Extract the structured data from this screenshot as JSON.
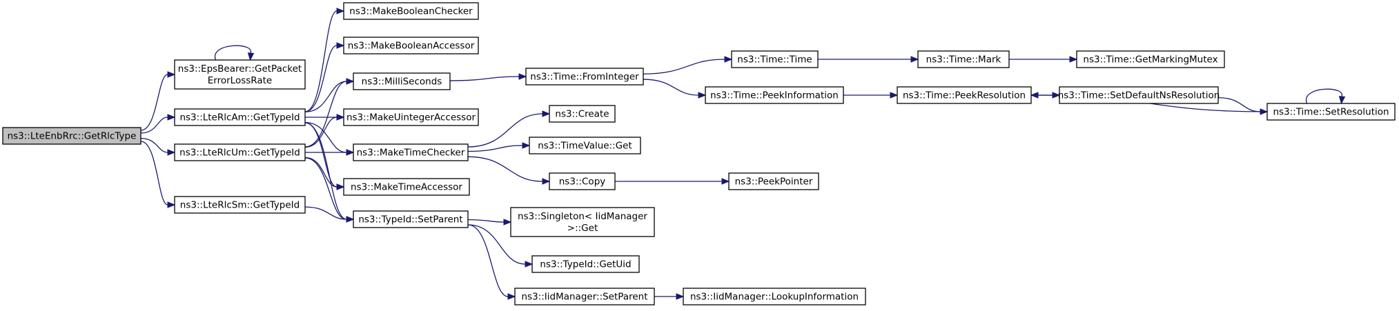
{
  "nodes": [
    {
      "id": "getrlctype",
      "lines": [
        "ns3::LteEnbRrc::GetRlcType"
      ],
      "root": true
    },
    {
      "id": "epsbearer",
      "lines": [
        "ns3::EpsBearer::GetPacket",
        "ErrorLossRate"
      ]
    },
    {
      "id": "lterlcam",
      "lines": [
        "ns3::LteRlcAm::GetTypeId"
      ]
    },
    {
      "id": "lterlcum",
      "lines": [
        "ns3::LteRlcUm::GetTypeId"
      ]
    },
    {
      "id": "lterlcsm",
      "lines": [
        "ns3::LteRlcSm::GetTypeId"
      ]
    },
    {
      "id": "makeboolchecker",
      "lines": [
        "ns3::MakeBooleanChecker"
      ]
    },
    {
      "id": "makeboolaccessor",
      "lines": [
        "ns3::MakeBooleanAccessor"
      ]
    },
    {
      "id": "milliseconds",
      "lines": [
        "ns3::MilliSeconds"
      ]
    },
    {
      "id": "makeuintaccessor",
      "lines": [
        "ns3::MakeUintegerAccessor"
      ]
    },
    {
      "id": "maketimechecker",
      "lines": [
        "ns3::MakeTimeChecker"
      ]
    },
    {
      "id": "maketimeaccessor",
      "lines": [
        "ns3::MakeTimeAccessor"
      ]
    },
    {
      "id": "setparent",
      "lines": [
        "ns3::TypeId::SetParent"
      ]
    },
    {
      "id": "fromint",
      "lines": [
        "ns3::Time::FromInteger"
      ]
    },
    {
      "id": "create",
      "lines": [
        "ns3::Create"
      ]
    },
    {
      "id": "timevalueget",
      "lines": [
        "ns3::TimeValue::Get"
      ]
    },
    {
      "id": "copy",
      "lines": [
        "ns3::Copy"
      ]
    },
    {
      "id": "singleton",
      "lines": [
        "ns3::Singleton< IidManager",
        " >::Get"
      ]
    },
    {
      "id": "getuid",
      "lines": [
        "ns3::TypeId::GetUid"
      ]
    },
    {
      "id": "iidsetparent",
      "lines": [
        "ns3::IidManager::SetParent"
      ]
    },
    {
      "id": "timetime",
      "lines": [
        "ns3::Time::Time"
      ]
    },
    {
      "id": "peekinfo",
      "lines": [
        "ns3::Time::PeekInformation"
      ]
    },
    {
      "id": "peekpointer",
      "lines": [
        "ns3::PeekPointer"
      ]
    },
    {
      "id": "lookupinfo",
      "lines": [
        "ns3::IidManager::LookupInformation"
      ]
    },
    {
      "id": "mark",
      "lines": [
        "ns3::Time::Mark"
      ]
    },
    {
      "id": "peekres",
      "lines": [
        "ns3::Time::PeekResolution"
      ]
    },
    {
      "id": "getmarkingmutex",
      "lines": [
        "ns3::Time::GetMarkingMutex"
      ]
    },
    {
      "id": "setdefaultres",
      "lines": [
        "ns3::Time::SetDefaultNsResolution"
      ]
    },
    {
      "id": "setres",
      "lines": [
        "ns3::Time::SetResolution"
      ]
    }
  ],
  "edges": [
    [
      "getrlctype",
      "epsbearer"
    ],
    [
      "getrlctype",
      "lterlcam"
    ],
    [
      "getrlctype",
      "lterlcum"
    ],
    [
      "getrlctype",
      "lterlcsm"
    ],
    [
      "epsbearer",
      "epsbearer"
    ],
    [
      "lterlcam",
      "makeboolchecker"
    ],
    [
      "lterlcam",
      "makeboolaccessor"
    ],
    [
      "lterlcam",
      "milliseconds"
    ],
    [
      "lterlcam",
      "makeuintaccessor"
    ],
    [
      "lterlcam",
      "maketimechecker"
    ],
    [
      "lterlcam",
      "maketimeaccessor"
    ],
    [
      "lterlcam",
      "setparent"
    ],
    [
      "lterlcum",
      "milliseconds"
    ],
    [
      "lterlcum",
      "makeuintaccessor"
    ],
    [
      "lterlcum",
      "maketimechecker"
    ],
    [
      "lterlcum",
      "maketimeaccessor"
    ],
    [
      "lterlcum",
      "setparent"
    ],
    [
      "lterlcsm",
      "setparent"
    ],
    [
      "milliseconds",
      "fromint"
    ],
    [
      "maketimechecker",
      "create"
    ],
    [
      "maketimechecker",
      "timevalueget"
    ],
    [
      "maketimechecker",
      "copy"
    ],
    [
      "setparent",
      "singleton"
    ],
    [
      "setparent",
      "getuid"
    ],
    [
      "setparent",
      "iidsetparent"
    ],
    [
      "fromint",
      "timetime"
    ],
    [
      "fromint",
      "peekinfo"
    ],
    [
      "copy",
      "peekpointer"
    ],
    [
      "iidsetparent",
      "lookupinfo"
    ],
    [
      "timetime",
      "mark"
    ],
    [
      "peekinfo",
      "peekres"
    ],
    [
      "mark",
      "getmarkingmutex"
    ],
    [
      "peekres",
      "setdefaultres"
    ],
    [
      "setdefaultres",
      "setres"
    ],
    [
      "setres",
      "peekres"
    ],
    [
      "setres",
      "setres"
    ]
  ]
}
